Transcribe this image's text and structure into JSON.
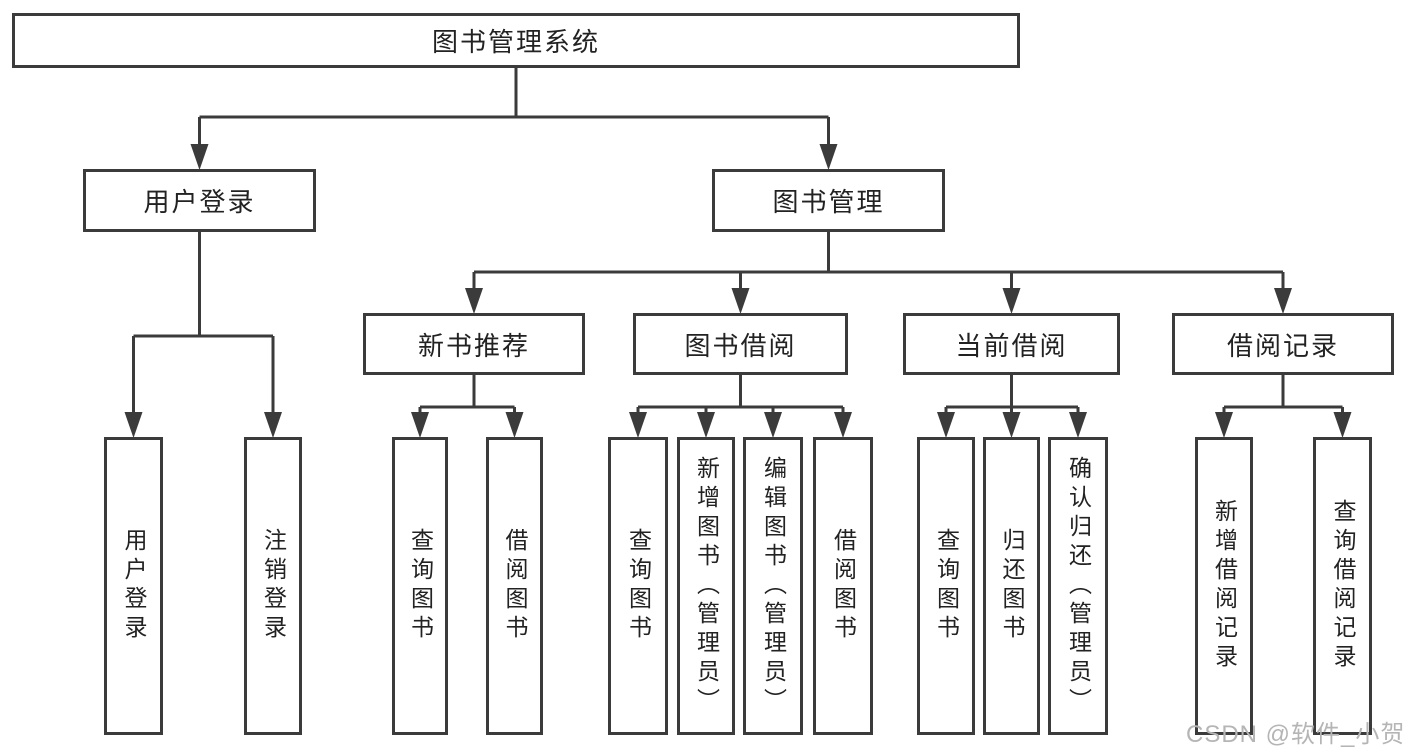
{
  "tree": {
    "root": {
      "label": "图书管理系统",
      "children": [
        {
          "label": "用户登录",
          "children": [
            {
              "label": "用户登录"
            },
            {
              "label": "注销登录"
            }
          ]
        },
        {
          "label": "图书管理",
          "children": [
            {
              "label": "新书推荐",
              "children": [
                {
                  "label": "查询图书"
                },
                {
                  "label": "借阅图书"
                }
              ]
            },
            {
              "label": "图书借阅",
              "children": [
                {
                  "label": "查询图书"
                },
                {
                  "label": "新增图书（管理员）"
                },
                {
                  "label": "编辑图书（管理员）"
                },
                {
                  "label": "借阅图书"
                }
              ]
            },
            {
              "label": "当前借阅",
              "children": [
                {
                  "label": "查询图书"
                },
                {
                  "label": "归还图书"
                },
                {
                  "label": "确认归还（管理员）"
                }
              ]
            },
            {
              "label": "借阅记录",
              "children": [
                {
                  "label": "新增借阅记录"
                },
                {
                  "label": "查询借阅记录"
                }
              ]
            }
          ]
        }
      ]
    }
  },
  "watermark": {
    "text": "CSDN @软件_小贺同学"
  },
  "colors": {
    "line": "#3b3b3b",
    "text": "#222222",
    "watermark": "#b5b5b5",
    "background": "#ffffff"
  }
}
